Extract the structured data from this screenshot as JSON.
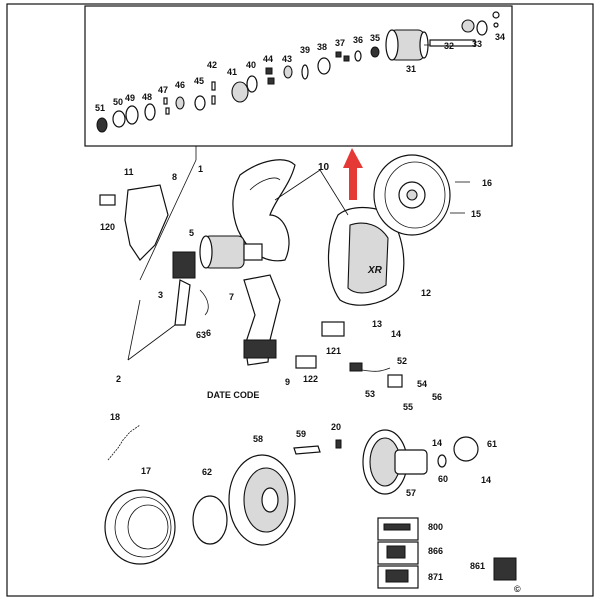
{
  "colors": {
    "arrow": "#e53935",
    "line": "#111111",
    "fill_gray": "#d9d9d9"
  },
  "callouts": {
    "p1": "1",
    "p2": "2",
    "p3": "3",
    "p5": "5",
    "p6": "6",
    "p7": "7",
    "p8": "8",
    "p9": "9",
    "p10": "10",
    "p11": "11",
    "p12": "12",
    "p13": "13",
    "p14a": "14",
    "p14b": "14",
    "p14c": "14",
    "p15": "15",
    "p16": "16",
    "p17": "17",
    "p18": "18",
    "p20": "20",
    "p31": "31",
    "p32": "32",
    "p33": "33",
    "p34": "34",
    "p35": "35",
    "p36": "36",
    "p37": "37",
    "p38": "38",
    "p39": "39",
    "p40": "40",
    "p41": "41",
    "p42": "42",
    "p43": "43",
    "p44": "44",
    "p45": "45",
    "p46": "46",
    "p47": "47",
    "p48": "48",
    "p49": "49",
    "p50": "50",
    "p51": "51",
    "p52": "52",
    "p53": "53",
    "p54": "54",
    "p55": "55",
    "p56": "56",
    "p57": "57",
    "p58": "58",
    "p59": "59",
    "p60": "60",
    "p61": "61",
    "p62": "62",
    "p63": "63",
    "p120": "120",
    "p121": "121",
    "p122": "122",
    "p800": "800",
    "p861": "861",
    "p866": "866",
    "p871": "871"
  },
  "date_code_label": "DATE CODE",
  "copyright": "©"
}
